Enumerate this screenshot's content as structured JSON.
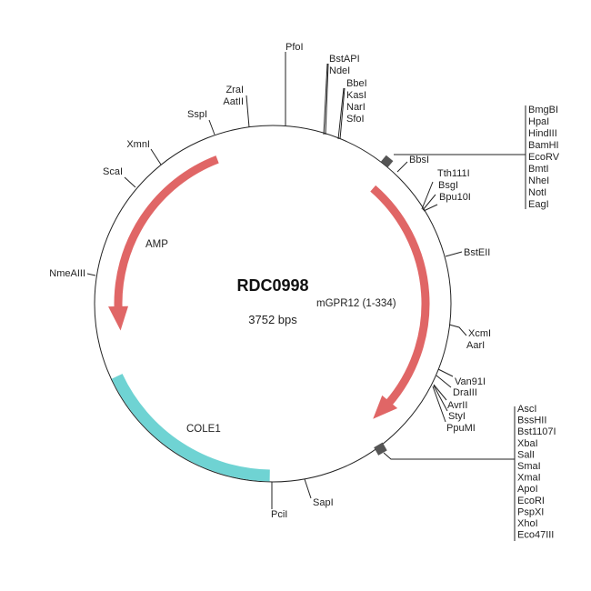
{
  "plasmid": {
    "name": "RDC0998",
    "length": "3752 bps"
  },
  "features": [
    {
      "label": "AMP",
      "color": "#e06666"
    },
    {
      "label": "mGPR12 (1-334)",
      "color": "#e06666"
    },
    {
      "label": "COLE1",
      "color": "#6fd3d3"
    }
  ],
  "sites": {
    "pfoi": "PfoI",
    "bstapi": [
      "BstAPI",
      "NdeI"
    ],
    "bbei": [
      "BbeI",
      "KasI",
      "NarI",
      "SfoI"
    ],
    "zrai": [
      "ZraI",
      "AatII"
    ],
    "sspi": "SspI",
    "xmni": "XmnI",
    "scai": "ScaI",
    "nmeaiii": "NmeAIII",
    "bbsi": "BbsI",
    "mcs1": [
      "BmgBI",
      "HpaI",
      "HindIII",
      "BamHI",
      "EcoRV",
      "BmtI",
      "NheI",
      "NotI",
      "EagI"
    ],
    "tth": [
      "Tth111I",
      "BsgI",
      "Bpu10I"
    ],
    "bsteii": "BstEII",
    "xcmi": [
      "XcmI",
      "AarI"
    ],
    "van": [
      "Van91I",
      "DraIII",
      "AvrII",
      "StyI",
      "PpuMI"
    ],
    "mcs2": [
      "AscI",
      "BssHII",
      "Bst1107I",
      "XbaI",
      "SalI",
      "SmaI",
      "XmaI",
      "ApoI",
      "EcoRI",
      "PspXI",
      "XhoI",
      "Eco47III"
    ],
    "sapi": "SapI",
    "pcii": "PciI"
  }
}
